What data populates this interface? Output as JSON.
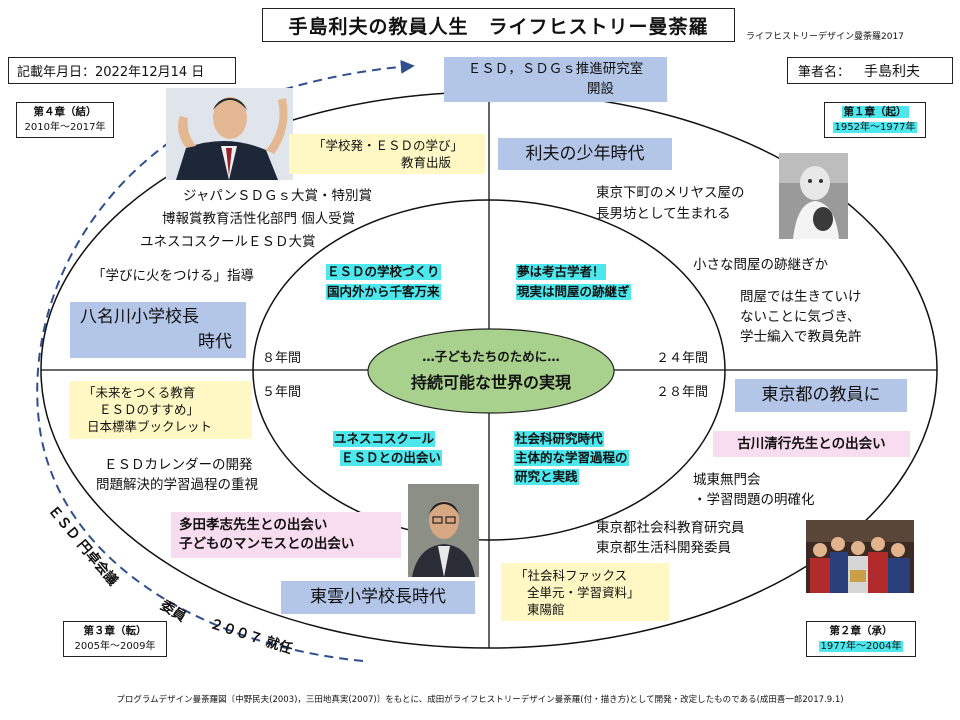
{
  "title": "手島利夫の教員人生　ライフヒストリー曼荼羅",
  "subbrand": "ライフヒストリーデザイン曼荼羅2017",
  "date_label": "記載年月日：2022年12月14 日",
  "author_label": "筆者名：",
  "author_name": "手島利夫",
  "chapters": {
    "ch4": {
      "label": "第４章（結）",
      "period": "2010年～2017年"
    },
    "ch1": {
      "label": "第１章（起）",
      "period": "1952年～1977年"
    },
    "ch3": {
      "label": "第３章（転）",
      "period": "2005年～2009年"
    },
    "ch2": {
      "label": "第２章（承）",
      "period": "1977年～2004年"
    }
  },
  "top_note": {
    "line1": "ＥＳＤ，ＳＤＧｓ推進研究室",
    "line2": "開設"
  },
  "center": {
    "line1": "…子どもたちのために…",
    "line2": "持続可能な世界の実現"
  },
  "years": {
    "tl": "８年間",
    "bl": "５年間",
    "tr": "２４年間",
    "br": "２８年間"
  },
  "q4": {
    "book": {
      "line1": "「学校発・ＥＳＤの学び」",
      "line2": "教育出版"
    },
    "awards": [
      "ジャパンＳＤＧｓ大賞・特別賞",
      "博報賞教育活性化部門 個人受賞",
      "ユネスコスクールＥＳＤ大賞"
    ],
    "slogan": "「学びに火をつける」指導",
    "principal": {
      "line1": "八名川小学校長",
      "line2": "時代"
    },
    "inner": {
      "line1": "ＥＳＤの学校づくり",
      "line2": "国内外から千客万来"
    }
  },
  "q1": {
    "heading": "利夫の少年時代",
    "birth": [
      "東京下町のメリヤス屋の",
      "長男坊として生まれる"
    ],
    "inner": {
      "line1": "夢は考古学者！",
      "line2": "現実は問屋の跡継ぎ"
    },
    "heir": "小さな問屋の跡継ぎか",
    "license": [
      "問屋では生きていけ",
      "ないことに気づき、",
      "学士編入で教員免許"
    ]
  },
  "q2": {
    "heading": "東京都の教員に",
    "meet": "古川清行先生との出会い",
    "joto": [
      "城東無門会",
      "・学習問題の明確化"
    ],
    "committee": [
      "東京都社会科教育研究員",
      "東京都生活科開発委員"
    ],
    "inner": [
      "社会科研究時代",
      "主体的な学習過程の",
      "研究と実践"
    ],
    "book": [
      "「社会科ファックス",
      "全単元・学習資料」",
      "東陽館"
    ]
  },
  "q3": {
    "book": [
      "「未来をつくる教育",
      "ＥＳＤのすすめ」",
      "日本標準ブックレット"
    ],
    "calendar": [
      "ＥＳＤカレンダーの開発",
      "問題解決的学習過程の重視"
    ],
    "meet": [
      "多田孝志先生との出会い",
      "子どものマンモスとの出会い"
    ],
    "inner": {
      "line1": "ユネスコスクール",
      "line2": "ＥＳＤとの出会い"
    },
    "principal": "東雲小学校長時代"
  },
  "arc_text": {
    "part1": "ＥＳＤ 円卓会議",
    "part2": "委員",
    "part3": "２００７ 就任"
  },
  "footer": "プログラムデザイン曼荼羅図〔中野民夫(2003)，三田地真実(2007)〕をもとに、成田がライフヒストリーデザイン曼荼羅(付・描き方)として開発・改定したものである(成田喜一郎2017.9.1)",
  "colors": {
    "blue_box": "#b4c6e7",
    "cyan": "#4de8ee",
    "yellow_box": "#fff8c4",
    "pink_box": "#f8dcef",
    "center_oval": "#a9d18e",
    "arrow": "#2f4f8f"
  }
}
